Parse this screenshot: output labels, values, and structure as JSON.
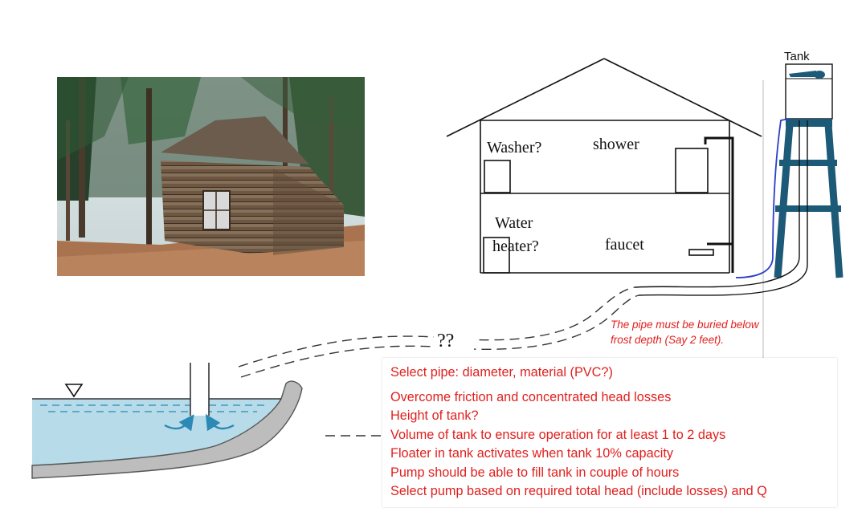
{
  "house_labels": {
    "washer": "Washer?",
    "shower": "shower",
    "water_heater_line1": "Water",
    "water_heater_line2": "heater?",
    "faucet": "faucet"
  },
  "tank_label": "Tank",
  "pipe_unknown_label": "??",
  "frost_note": {
    "line1": "The pipe must be buried below",
    "line2": "frost depth (Say 2 feet)."
  },
  "requirements": [
    "Select pipe: diameter, material (PVC?)",
    "Overcome friction and concentrated head losses",
    "Height of tank?",
    "Volume of tank to ensure operation for at least 1 to 2 days",
    "Floater in tank activates when tank 10% capacity",
    "Pump should be able to fill tank in couple of hours",
    "Select pump based on required total head (include losses) and Q"
  ],
  "colors": {
    "annotation_red": "#e0201e",
    "tower_blue": "#1d5a78",
    "water_blue": "#b7dbe8",
    "supply_line_blue": "#2a3fc8"
  },
  "icons": {
    "free_surface": "triangle-down-icon",
    "inflow_arrows": "curved-arrow-icon"
  }
}
